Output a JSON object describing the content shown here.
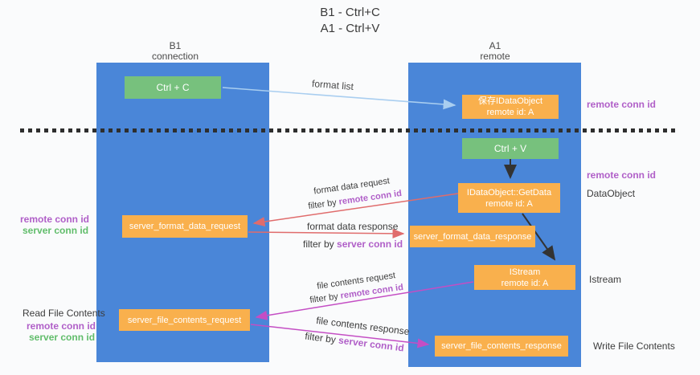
{
  "title": {
    "line1": "B1 - Ctrl+C",
    "line2": "A1 - Ctrl+V"
  },
  "lanes": {
    "left": {
      "title": "B1",
      "subtitle": "connection"
    },
    "right": {
      "title": "A1",
      "subtitle": "remote"
    }
  },
  "boxes": {
    "ctrl_c": {
      "label": "Ctrl + C"
    },
    "save_idataobject": {
      "line1": "保存IDataObject",
      "line2": "remote id: A"
    },
    "ctrl_v": {
      "label": "Ctrl + V"
    },
    "getdata": {
      "line1": "IDataObject::GetData",
      "line2": "remote id: A"
    },
    "format_request": {
      "label": "server_format_data_request"
    },
    "format_response": {
      "label": "server_format_data_response"
    },
    "istream": {
      "line1": "IStream",
      "line2": "remote id: A"
    },
    "file_request": {
      "label": "server_file_contents_request"
    },
    "file_response": {
      "label": "server_file_contents_response"
    }
  },
  "arrow_labels": {
    "format_list": "format list",
    "format_data_request": "format data request",
    "format_data_response": "format data response",
    "file_contents_request": "file contents request",
    "file_contents_response": "file contents response",
    "filter_by": "filter by",
    "remote_conn_id": "remote conn id",
    "server_conn_id": "server conn id"
  },
  "side_labels": {
    "remote_conn_id_top_right": "remote conn id",
    "remote_conn_id_mid_right": "remote conn id",
    "dataobject": "DataObject",
    "istream": "Istream",
    "write_file_contents": "Write File Contents",
    "read_file_contents": "Read File Contents",
    "remote_conn_id_left_mid": "remote conn id",
    "server_conn_id_left_mid": "server conn id",
    "remote_conn_id_left_bottom": "remote conn id",
    "server_conn_id_left_bottom": "server conn id"
  },
  "colors": {
    "lane_blue": "#4a86d8",
    "box_orange": "#f9b04d",
    "box_green": "#77c17d",
    "purple_text": "#b05fc8",
    "green_text": "#61bd6b",
    "red_arrow": "#e06c6c",
    "magenta_arrow": "#c44ec4",
    "light_blue_arrow": "#a9cef0",
    "black_arrow": "#333333"
  }
}
